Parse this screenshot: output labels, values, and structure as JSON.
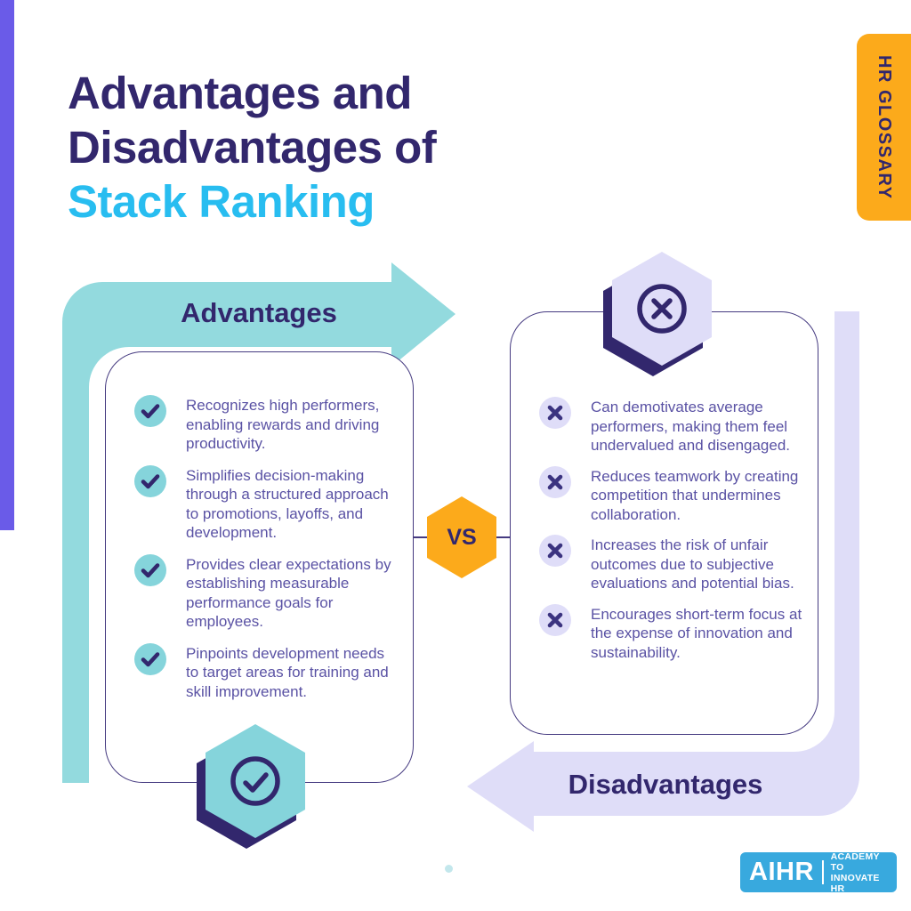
{
  "title": {
    "line1": "Advantages and",
    "line2": "Disadvantages of",
    "highlight": "Stack Ranking"
  },
  "tab": {
    "label": "HR GLOSSARY"
  },
  "vs": {
    "label": "VS"
  },
  "advantages": {
    "label": "Advantages",
    "items": [
      "Recognizes high performers, enabling rewards and driving productivity.",
      "Simplifies decision-making through a structured approach to promotions, layoffs, and development.",
      "Provides clear expectations by establishing measurable performance goals for employees.",
      "Pinpoints development needs to target areas for training and skill improvement."
    ]
  },
  "disadvantages": {
    "label": "Disadvantages",
    "items": [
      "Can demotivates average performers, making them feel undervalued and disengaged.",
      "Reduces teamwork by creating competition that undermines collaboration.",
      "Increases the risk of unfair outcomes due to subjective evaluations and potential bias.",
      "Encourages short-term focus at the expense of innovation and sustainability."
    ]
  },
  "logo": {
    "brand": "AIHR",
    "tagline_line1": "ACADEMY TO",
    "tagline_line2": "INNOVATE HR"
  },
  "colors": {
    "dark_purple": "#32276d",
    "body_text_purple": "#5a52a4",
    "card_border": "#453a80",
    "teal": "#93dade",
    "teal_icon": "#85d4db",
    "lavender": "#dfddf8",
    "orange": "#fcaa1b",
    "accent_cyan": "#28bdf0",
    "side_bar_purple": "#6a5be8",
    "logo_blue": "#38a9de"
  }
}
